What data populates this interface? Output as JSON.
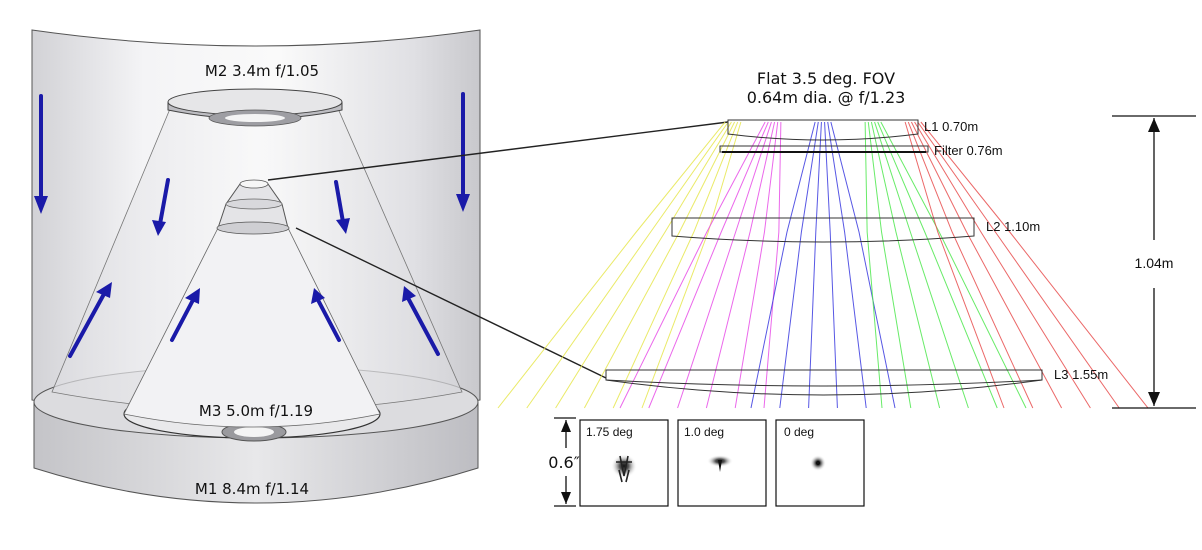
{
  "telescope": {
    "m1_label": "M1 8.4m f/1.14",
    "m2_label": "M2 3.4m f/1.05",
    "m3_label": "M3 5.0m f/1.19"
  },
  "camera": {
    "title_line1": "Flat 3.5 deg. FOV",
    "title_line2": "0.64m dia. @ f/1.23",
    "l1_label": "L1 0.70m",
    "filter_label": "Filter 0.76m",
    "l2_label": "L2 1.10m",
    "l3_label": "L3 1.55m",
    "height_label": "1.04m",
    "ray_colors": [
      "#e6e64d",
      "#e84de8",
      "#3a3adf",
      "#4de84d",
      "#e84d4d"
    ]
  },
  "spots": {
    "scale_label": "0.6″",
    "panels": [
      {
        "label": "1.75 deg"
      },
      {
        "label": "1.0 deg"
      },
      {
        "label": "0 deg"
      }
    ]
  },
  "colors": {
    "arrow": "#1a1aa8",
    "shell": "#e3e3e6",
    "outline": "#333333"
  }
}
